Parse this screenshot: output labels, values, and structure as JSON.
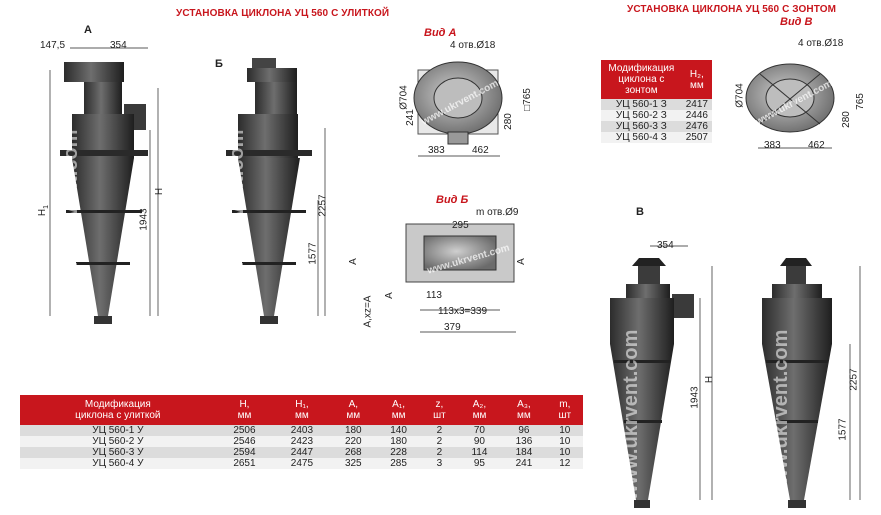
{
  "titles": {
    "left": "УСТАНОВКА ЦИКЛОНА УЦ 560 С УЛИТКОЙ",
    "right_line1": "УСТАНОВКА ЦИКЛОНА УЦ 560 С ЗОНТОМ",
    "right_line2": "Вид В"
  },
  "views": {
    "vid_a": "Вид А",
    "vid_b": "Вид Б"
  },
  "watermark": "www.ukrvent.com",
  "dims": {
    "a_marker": "А",
    "b_marker": "Б",
    "v_marker": "В",
    "d147": "147,5",
    "d354": "354",
    "h1": "H",
    "h1_sub": "1",
    "h": "H",
    "d1943": "1943",
    "d2257": "2257",
    "d1577": "1577",
    "holes18": "4 отв.Ø18",
    "d704": "Ø704",
    "d241": "241",
    "d280": "280",
    "d765": "□765",
    "d383": "383",
    "d462": "462",
    "holes9": "m отв.Ø9",
    "d295": "295",
    "dA": "A",
    "dA1": "A",
    "dA2": "A",
    "dA3": "A,xz=A",
    "d113": "113",
    "d339": "113x3=339",
    "d379": "379",
    "h2": "H",
    "d765b": "765"
  },
  "table_main": {
    "headers": [
      [
        "Модификация",
        "циклона с улиткой"
      ],
      [
        "H,",
        "мм"
      ],
      [
        "H₁,",
        "мм"
      ],
      [
        "A,",
        "мм"
      ],
      [
        "A₁,",
        "мм"
      ],
      [
        "z,",
        "шт"
      ],
      [
        "A₂,",
        "мм"
      ],
      [
        "A₃,",
        "мм"
      ],
      [
        "m,",
        "шт"
      ]
    ],
    "rows": [
      [
        "УЦ 560-1 У",
        "2506",
        "2403",
        "180",
        "140",
        "2",
        "70",
        "96",
        "10"
      ],
      [
        "УЦ 560-2 У",
        "2546",
        "2423",
        "220",
        "180",
        "2",
        "90",
        "136",
        "10"
      ],
      [
        "УЦ 560-3 У",
        "2594",
        "2447",
        "268",
        "228",
        "2",
        "114",
        "184",
        "10"
      ],
      [
        "УЦ 560-4 У",
        "2651",
        "2475",
        "325",
        "285",
        "3",
        "95",
        "241",
        "12"
      ]
    ]
  },
  "table_zont": {
    "headers": [
      [
        "Модификация",
        "циклона с",
        "зонтом"
      ],
      [
        "H₂,",
        "мм"
      ]
    ],
    "rows": [
      [
        "УЦ 560-1 З",
        "2417"
      ],
      [
        "УЦ 560-2 З",
        "2446"
      ],
      [
        "УЦ 560-3 З",
        "2476"
      ],
      [
        "УЦ 560-4 З",
        "2507"
      ]
    ]
  },
  "colors": {
    "brand_red": "#c8161d",
    "body_dark": "#3a3a3a",
    "body_light": "#8a8a8a"
  }
}
